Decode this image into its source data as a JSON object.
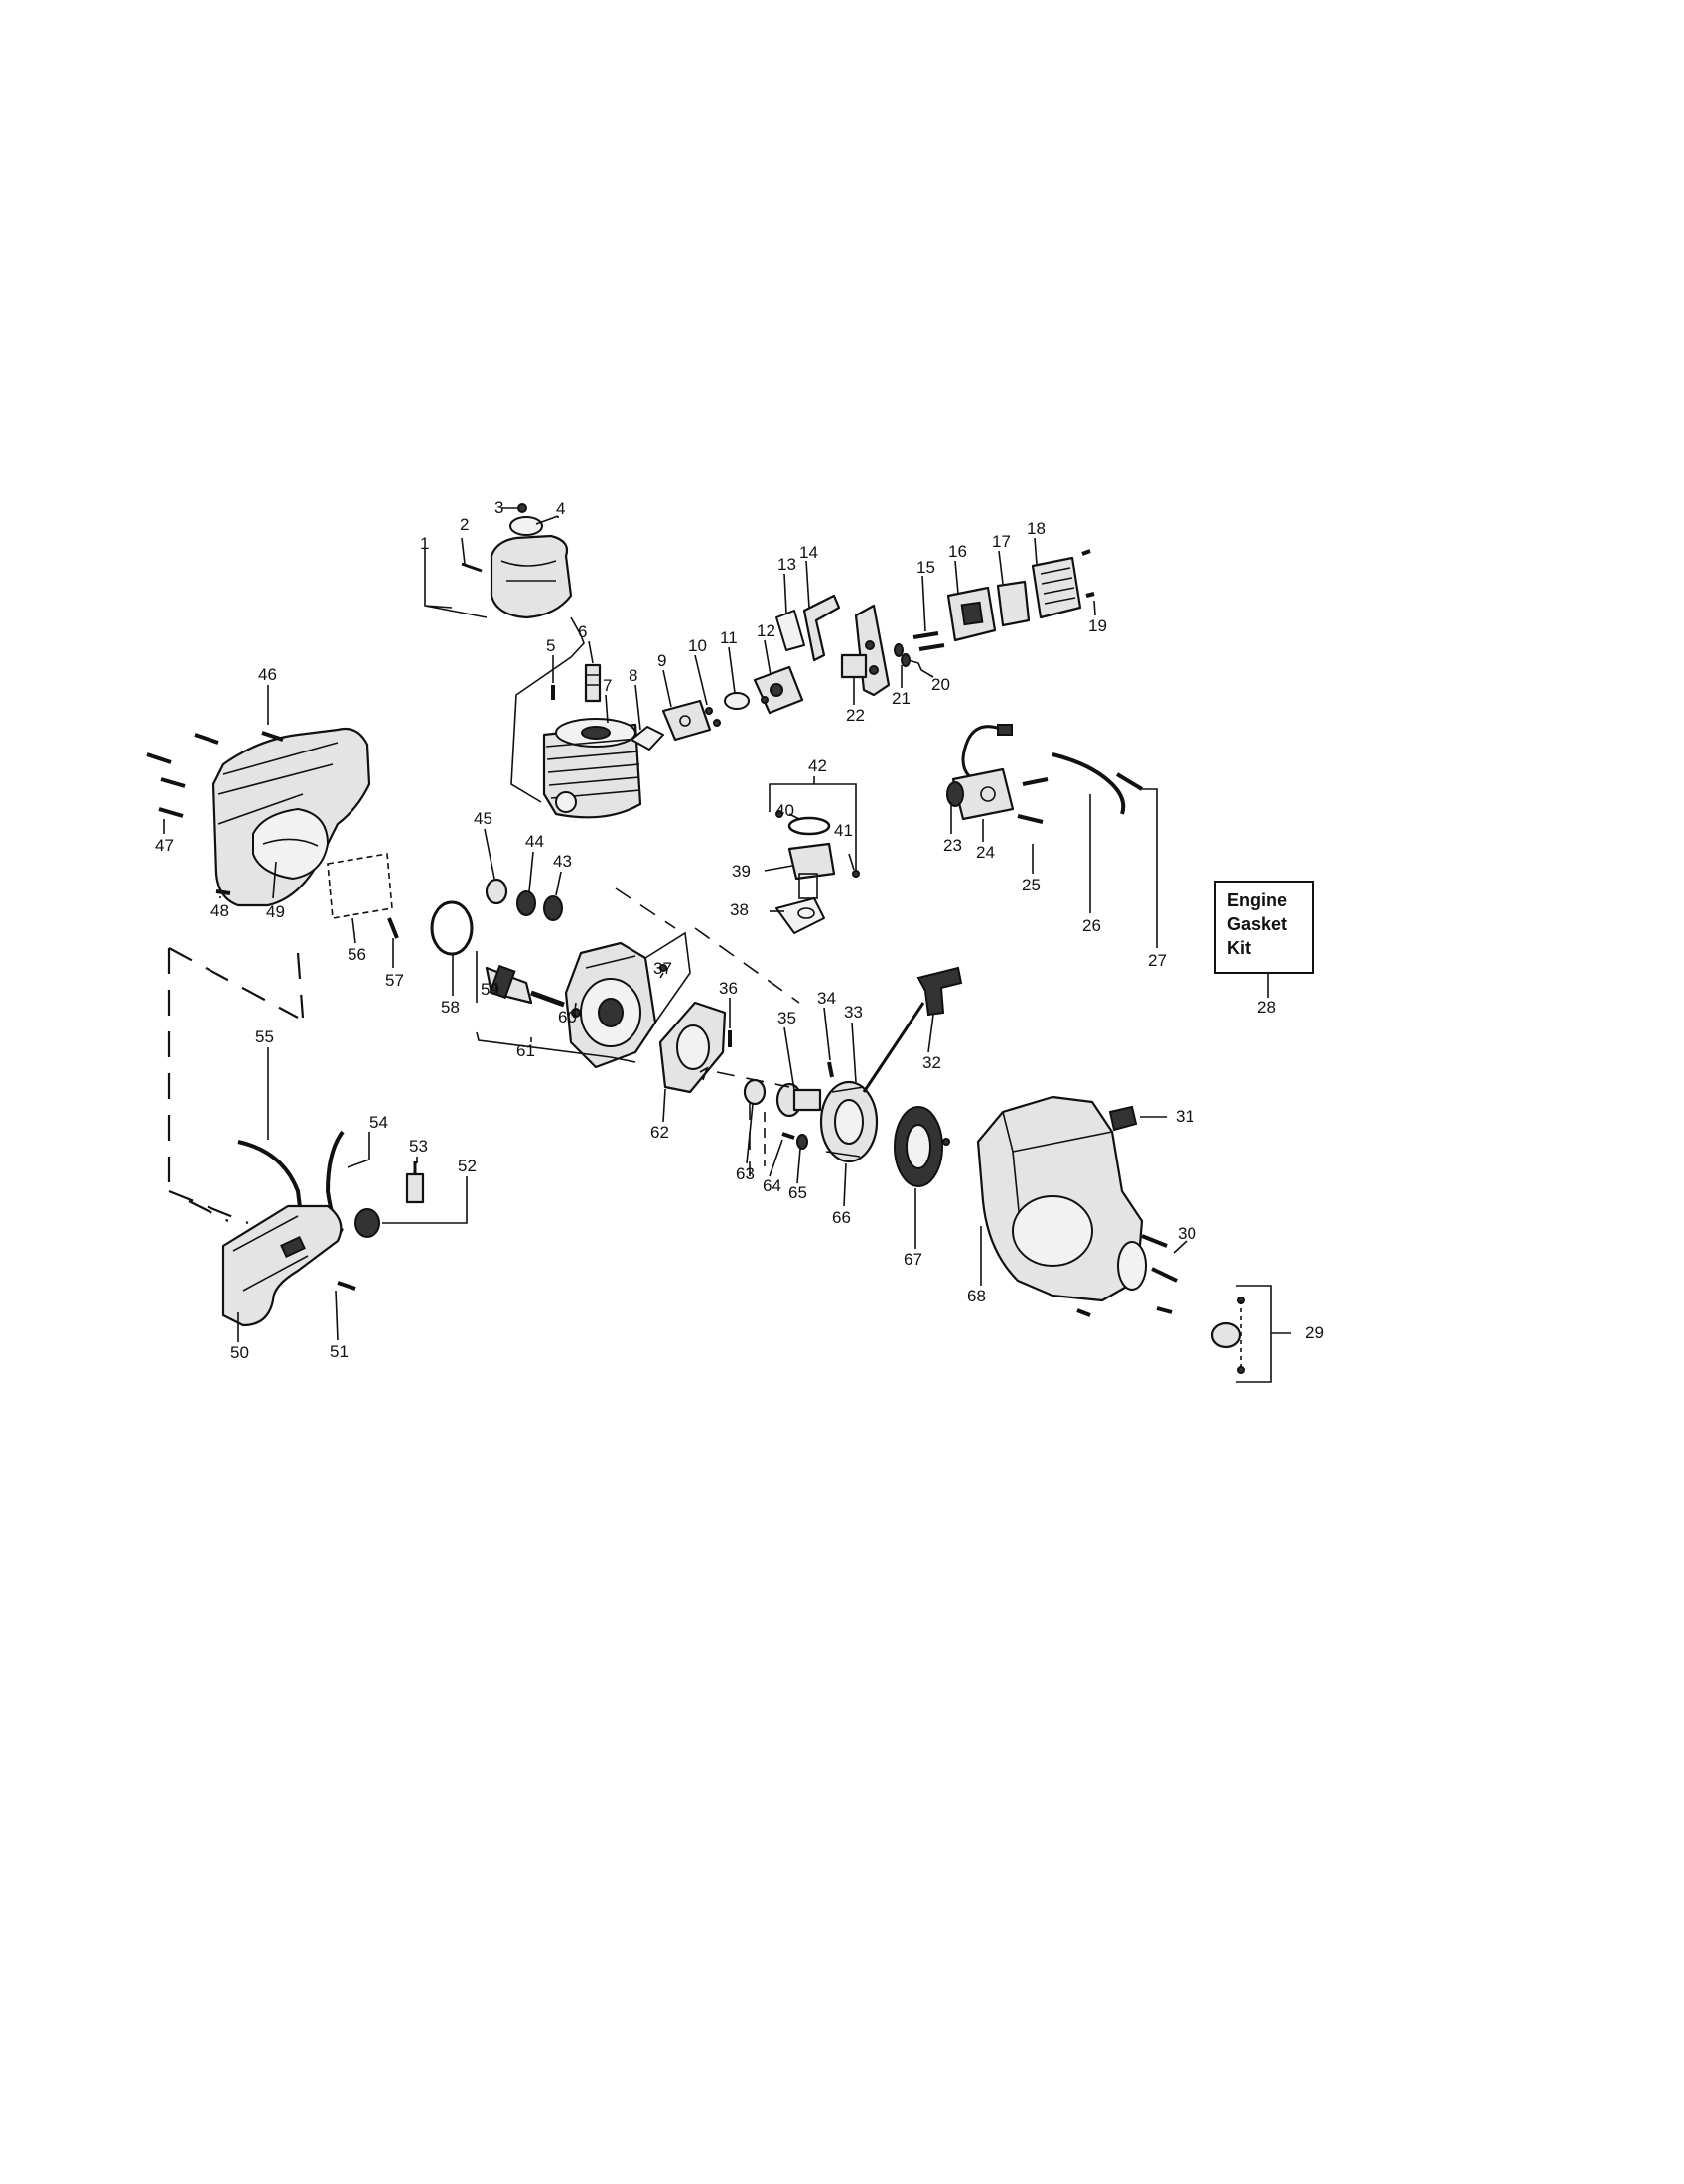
{
  "kit_label_lines": [
    "Engine",
    "Gasket",
    "Kit"
  ],
  "callout_numbers": [
    "1",
    "2",
    "3",
    "4",
    "5",
    "6",
    "7",
    "8",
    "9",
    "10",
    "11",
    "12",
    "13",
    "14",
    "15",
    "16",
    "17",
    "18",
    "19",
    "20",
    "21",
    "22",
    "23",
    "24",
    "25",
    "26",
    "27",
    "28",
    "29",
    "30",
    "31",
    "32",
    "33",
    "34",
    "35",
    "36",
    "37",
    "38",
    "39",
    "40",
    "41",
    "42",
    "43",
    "44",
    "45",
    "46",
    "47",
    "48",
    "49",
    "50",
    "51",
    "52",
    "53",
    "54",
    "55",
    "56",
    "57",
    "58",
    "59",
    "60",
    "61",
    "62",
    "63",
    "64",
    "65",
    "66",
    "67",
    "68"
  ]
}
